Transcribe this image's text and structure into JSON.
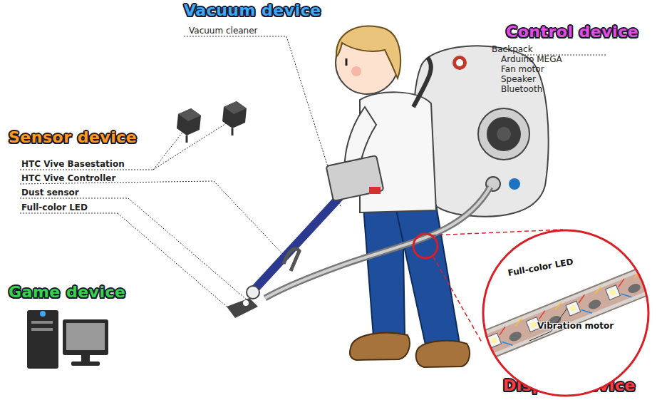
{
  "diagram": {
    "nodes": [
      {
        "text": [
          "Full-color LED",
          "Vibration motor"
        ]
      }
    ],
    "labels": [
      "Vacuum device",
      "Vacuum cleaner",
      "Control device",
      "Backpack",
      "Arduino MEGA",
      "Fan motor",
      "Speaker",
      "Bluetooth",
      "Sensor device",
      "HTC Vive Basestation",
      "HTC Vive Controller",
      "Dust sensor",
      "Full-color LED",
      "Game device",
      "Display device"
    ]
  }
}
